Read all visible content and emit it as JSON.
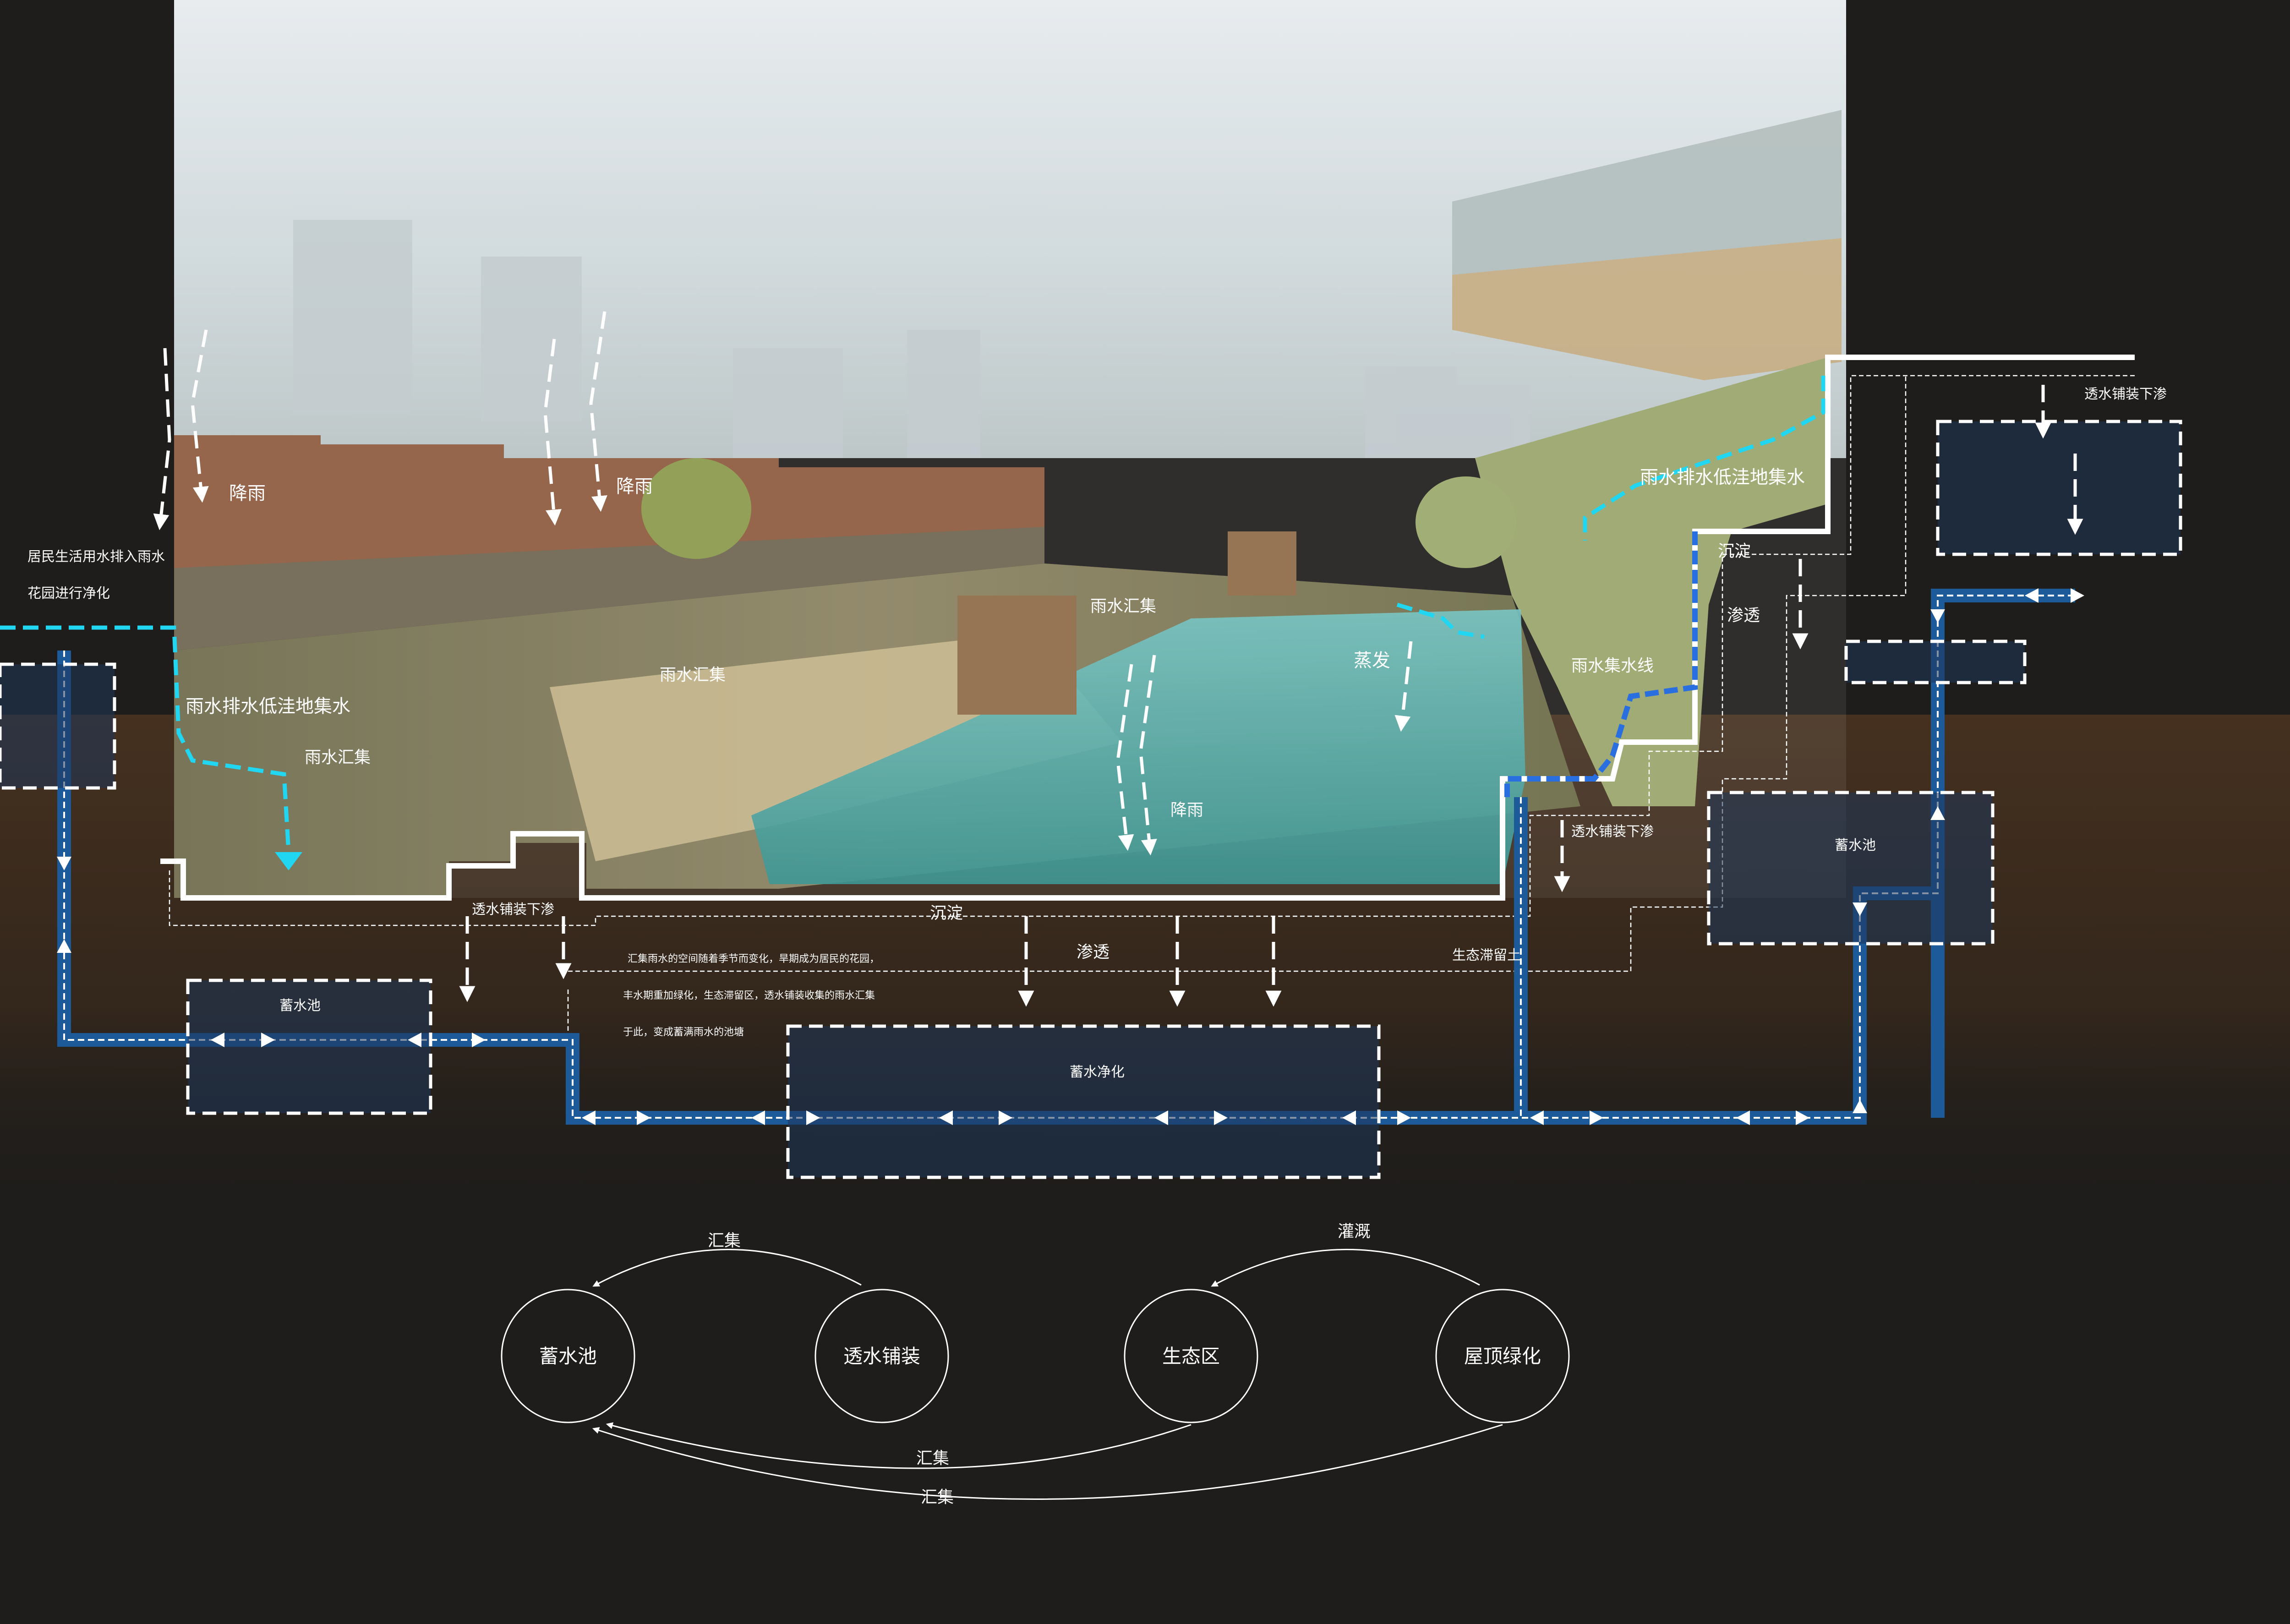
{
  "labels": {
    "rain_left": "降雨",
    "rain_mid": "降雨",
    "rain_pond": "降雨",
    "resident_water_1": "居民生活用水排入雨水",
    "resident_water_2": "花园进行净化",
    "lowland_left": "雨水排水低洼地集水",
    "collect_left": "雨水汇集",
    "collect_mid": "雨水汇集",
    "collect_top": "雨水汇集",
    "evaporation": "蒸发",
    "lowland_right": "雨水排水低洼地集水",
    "sediment_right": "沉淀",
    "seep_right": "渗透",
    "collect_line": "雨水集水线",
    "paving_left": "透水铺装下渗",
    "paving_mid": "透水铺装下渗",
    "paving_right": "透水铺装下渗",
    "sediment_mid": "沉淀",
    "seep_mid": "渗透",
    "eco_retention": "生态滞留土",
    "note_1": "汇集雨水的空间随着季节而变化，旱期成为居民的花园，",
    "note_2": "丰水期重加绿化，生态滞留区，透水铺装收集的雨水汇集",
    "note_3": "于此，变成蓄满雨水的池塘",
    "tank_left": "蓄水池",
    "tank_right": "蓄水池",
    "tank_center": "蓄水净化"
  },
  "cycle": {
    "nodes": [
      "蓄水池",
      "透水铺装",
      "生态区",
      "屋顶绿化"
    ],
    "arc_collect_top": "汇集",
    "arc_irrigate": "灌溉",
    "arc_collect_bottom_1": "汇集",
    "arc_collect_bottom_2": "汇集"
  },
  "colors": {
    "background": "#1f1d1b",
    "pipe": "#1d5a9a",
    "cyan_flow": "#20d6f0",
    "blue_flow": "#2a6fe0",
    "line": "#ffffff"
  }
}
